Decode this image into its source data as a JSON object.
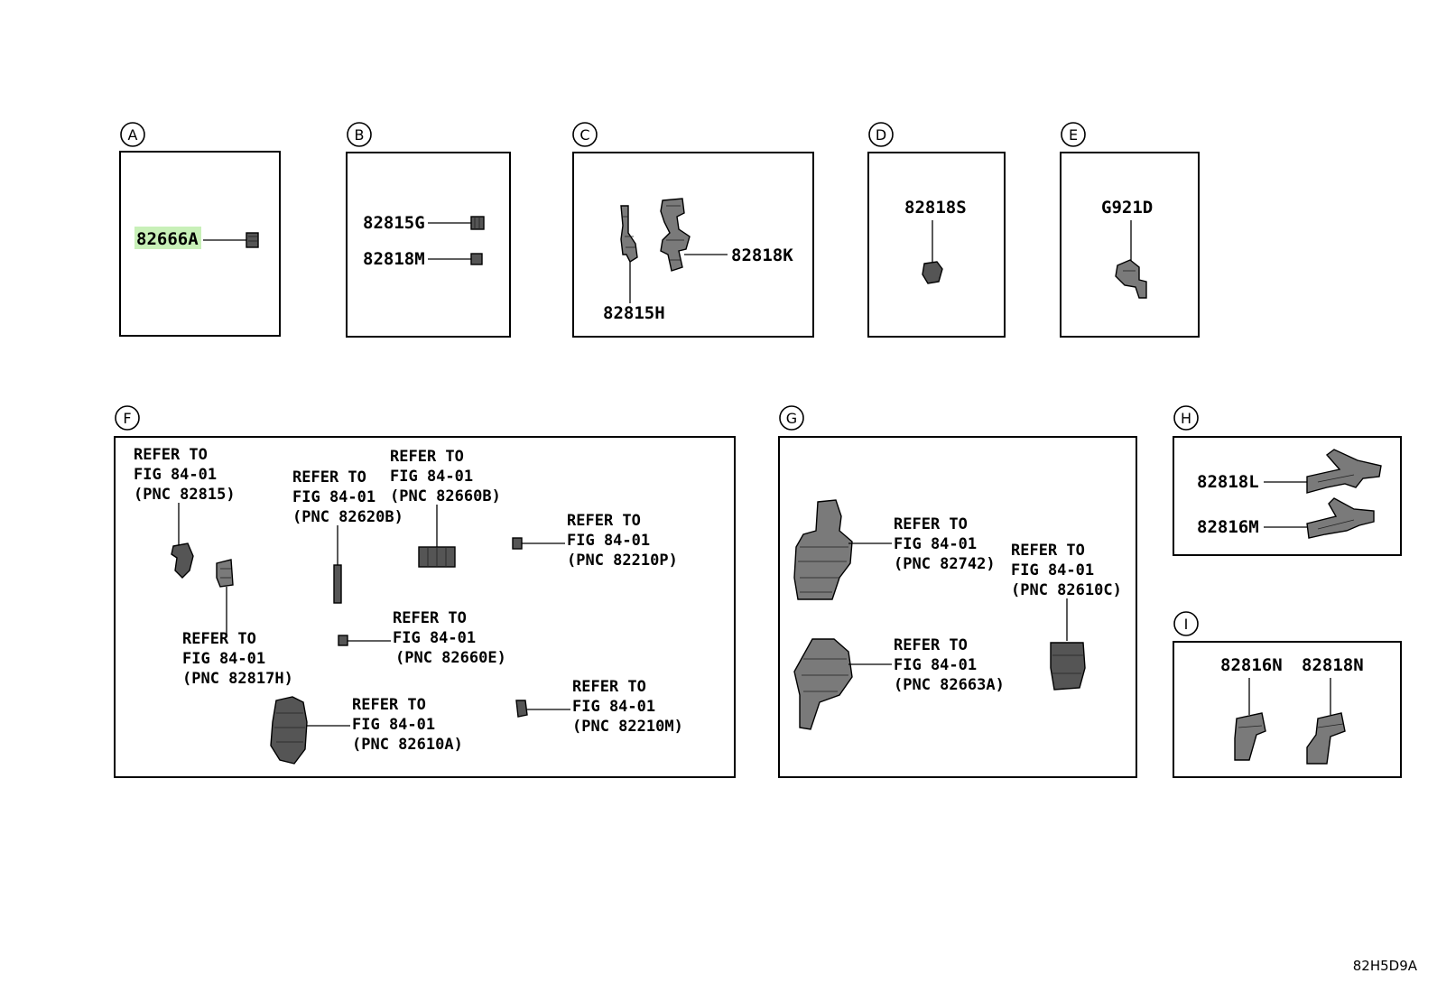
{
  "sections": {
    "A": {
      "letter": "A",
      "parts": [
        "82666A"
      ]
    },
    "B": {
      "letter": "B",
      "parts": [
        "82815G",
        "82818M"
      ]
    },
    "C": {
      "letter": "C",
      "parts": [
        "82818K",
        "82815H"
      ]
    },
    "D": {
      "letter": "D",
      "parts": [
        "82818S"
      ]
    },
    "E": {
      "letter": "E",
      "parts": [
        "G921D"
      ]
    },
    "F": {
      "letter": "F",
      "refs": [
        {
          "l1": "REFER TO",
          "l2": "FIG 84-01",
          "l3": "(PNC 82815)"
        },
        {
          "l1": "REFER TO",
          "l2": "FIG 84-01",
          "l3": "(PNC 82620B)"
        },
        {
          "l1": "REFER TO",
          "l2": "FIG 84-01",
          "l3": "(PNC 82660B)"
        },
        {
          "l1": "REFER TO",
          "l2": "FIG 84-01",
          "l3": "(PNC 82210P)"
        },
        {
          "l1": "REFER TO",
          "l2": "FIG 84-01",
          "l3": "(PNC 82660E)"
        },
        {
          "l1": "REFER TO",
          "l2": "FIG 84-01",
          "l3": "(PNC 82817H)"
        },
        {
          "l1": "REFER TO",
          "l2": "FIG 84-01",
          "l3": "(PNC 82610A)"
        },
        {
          "l1": "REFER TO",
          "l2": "FIG 84-01",
          "l3": "(PNC 82210M)"
        }
      ]
    },
    "G": {
      "letter": "G",
      "refs": [
        {
          "l1": "REFER TO",
          "l2": "FIG 84-01",
          "l3": "(PNC 82742)"
        },
        {
          "l1": "REFER TO",
          "l2": "FIG 84-01",
          "l3": "(PNC 82610C)"
        },
        {
          "l1": "REFER TO",
          "l2": "FIG 84-01",
          "l3": "(PNC 82663A)"
        }
      ]
    },
    "H": {
      "letter": "H",
      "parts": [
        "82818L",
        "82816M"
      ]
    },
    "I": {
      "letter": "I",
      "parts": [
        "82816N",
        "82818N"
      ]
    }
  },
  "highlight_color": "#c8f0b8",
  "drawing_code": "82H5D9A"
}
